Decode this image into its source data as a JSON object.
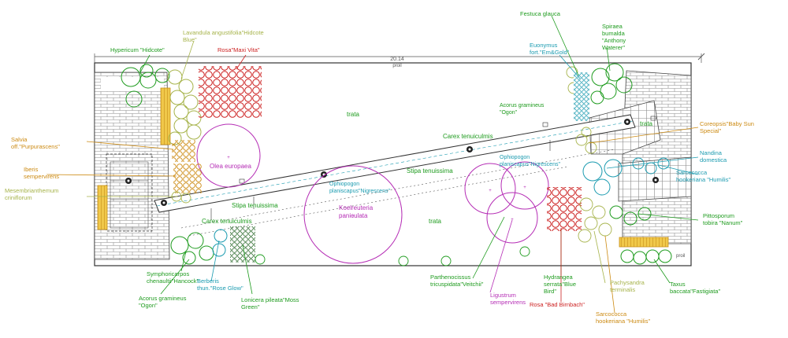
{
  "plan": {
    "colors": {
      "green": "#1e9b1e",
      "olive": "#a6b34a",
      "red": "#cc1f1f",
      "teal": "#1b9bb0",
      "orange": "#cc8a12",
      "magenta": "#b52db5",
      "dark_green": "#2c6a2c",
      "line": "#333333"
    },
    "dimensions": {
      "top_value": "20.14",
      "top_label": "proil",
      "right_label": "proil"
    },
    "areas": {
      "trata_1": "trata",
      "trata_2": "trata",
      "trata_3": "trata"
    },
    "inner_labels": {
      "olea": "Olea europaea",
      "koelreuteria": "Koelreuteria\npaniculata",
      "ophiopogon_1": "Ophiopogon\nplaniscapus\"Nigrescens\"",
      "ophiopogon_2": "Ophiopogon\nplaniscapus\"Nigrescens\"",
      "stipa_1": "Stipa tenuissima",
      "stipa_2": "Stipa tenuissima",
      "carex_1": "Carex tenuiculmis",
      "carex_2": "Carex tenuiculmis",
      "acorus_top": "Acorus gramineus\n\"Ogon\""
    },
    "callouts": {
      "lavandula": "Lavandula angustifolia\"Hidcote\nBlue\"",
      "hypericum": "Hypericum \"Hidcote\"",
      "rosa_maxi": "Rosa\"Maxi Vita\"",
      "festuca": "Festuca glauca",
      "spiraea": "Spiraea\nbumalda\n\"Anthony\nWaterer\"",
      "euonymus": "Euonymus\nfort.\"Em&Gold\"",
      "salvia": "Salvia\noff.\"Purpurascens\"",
      "iberis": "Iberis\nsempervirens",
      "mesembryanthemum": "Mesembrianthemum\ncriniflorum",
      "coreopsis": "Coreopsis\"Baby Sun\nSpecial\"",
      "nandina": "Nandina\ndomestica",
      "sarcococca_right": "Sarcococca\nhookeriana \"Humilis\"",
      "pittosporum": "Pittosporum\ntobira \"Nanum\"",
      "symphoricarpos": "Symphoricarpos\nchenaultii\"Hancock\"",
      "berberis": "Berberis\nthun.\"Rose Glow\"",
      "acorus_bottom": "Acorus gramineus\n\"Ogon\"",
      "lonicera": "Lonicera pileata\"Moss\nGreen\"",
      "parthenocissus": "Parthenocissus\ntricuspidata\"Veitchii\"",
      "ligustrum": "Ligustrum\nsempervirens",
      "hydrangea": "Hydrangea\nserrata\"Blue\nBird\"",
      "rosa_bad": "Rosa \"Bad Birnbach\"",
      "pachysandra": "Pachysandra\nterminalis",
      "sarcococca_bottom": "Sarcococca\nhookeriana \"Humilis\"",
      "taxus": "Taxus\nbaccata\"Fastigiata\""
    }
  }
}
